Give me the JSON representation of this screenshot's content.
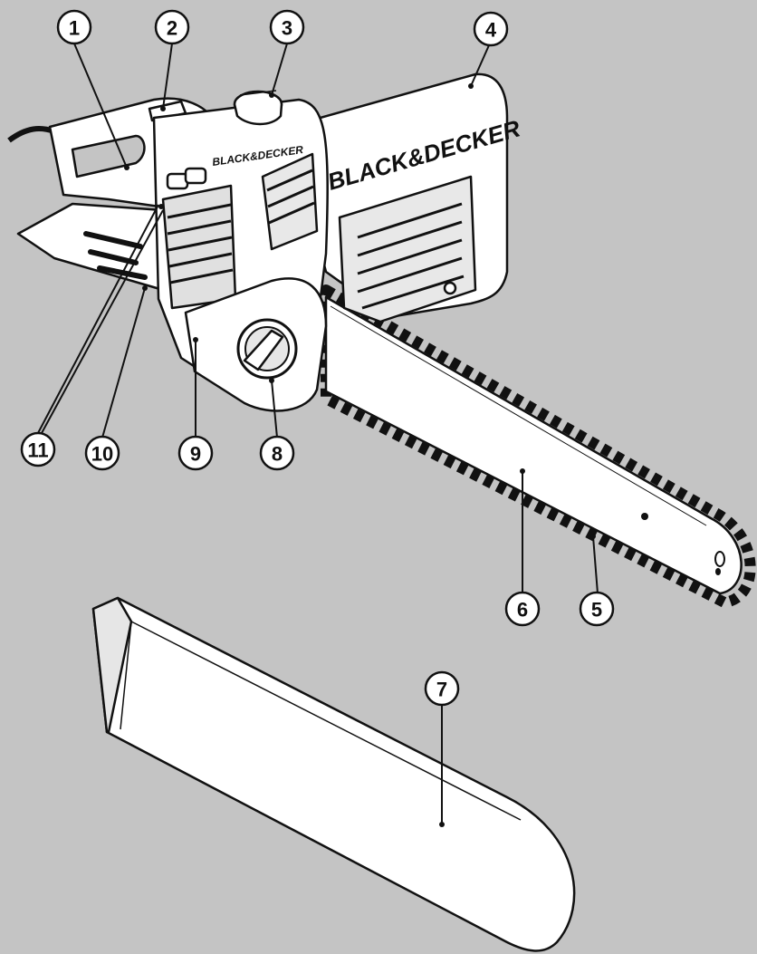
{
  "brand": {
    "housing_logo": "BLACK&DECKER",
    "cover_logo": "BLACK&DECKER"
  },
  "callouts": [
    {
      "id": "1",
      "label": "1"
    },
    {
      "id": "2",
      "label": "2"
    },
    {
      "id": "3",
      "label": "3"
    },
    {
      "id": "4",
      "label": "4"
    },
    {
      "id": "5",
      "label": "5"
    },
    {
      "id": "6",
      "label": "6"
    },
    {
      "id": "7",
      "label": "7"
    },
    {
      "id": "8",
      "label": "8"
    },
    {
      "id": "9",
      "label": "9"
    },
    {
      "id": "10",
      "label": "10"
    },
    {
      "id": "11",
      "label": "11"
    }
  ],
  "colors": {
    "background": "#c4c4c4",
    "line": "#111111",
    "fill": "#ffffff",
    "shade": "#9a9a9a"
  }
}
